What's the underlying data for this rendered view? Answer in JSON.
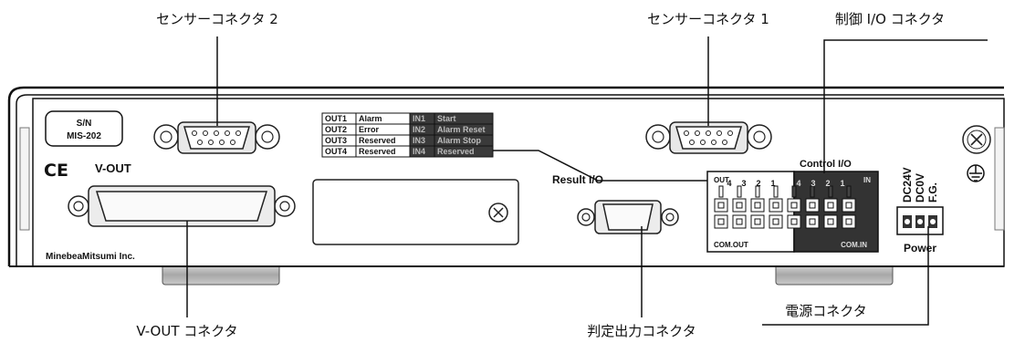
{
  "callouts": {
    "sensor2": "センサーコネクタ 2",
    "sensor1": "センサーコネクタ 1",
    "control_io": "制御 I/O コネクタ",
    "power": "電源コネクタ",
    "vout": "V-OUT コネクタ",
    "result": "判定出力コネクタ"
  },
  "panel": {
    "serial_line1": "S/N",
    "serial_line2": "MIS-202",
    "ce_mark": "CE",
    "vout_label": "V-OUT",
    "brand": "MinebeaMitsumi Inc.",
    "result_io_label": "Result I/O",
    "control_io_label": "Control I/O",
    "out_tag": "OUT",
    "in_tag": "IN",
    "com_out": "COM.OUT",
    "com_in": "COM.IN",
    "power_label": "Power",
    "power_pins": [
      "DC24V",
      "DC0V",
      "F.G."
    ],
    "out_pin_numbers": [
      "4",
      "3",
      "2",
      "1"
    ],
    "in_pin_numbers": [
      "4",
      "3",
      "2",
      "1"
    ]
  },
  "output_table": [
    {
      "out": "OUT1",
      "out_name": "Alarm",
      "in": "IN1",
      "in_name": "Start"
    },
    {
      "out": "OUT2",
      "out_name": "Error",
      "in": "IN2",
      "in_name": "Alarm Reset"
    },
    {
      "out": "OUT3",
      "out_name": "Reserved",
      "in": "IN3",
      "in_name": "Alarm Stop"
    },
    {
      "out": "OUT4",
      "out_name": "Reserved",
      "in": "IN4",
      "in_name": "Reserved"
    }
  ],
  "colors": {
    "line": "#111111",
    "panel_fill": "#ffffff",
    "dark_block": "#333333",
    "foot": "#b8b8b8"
  }
}
